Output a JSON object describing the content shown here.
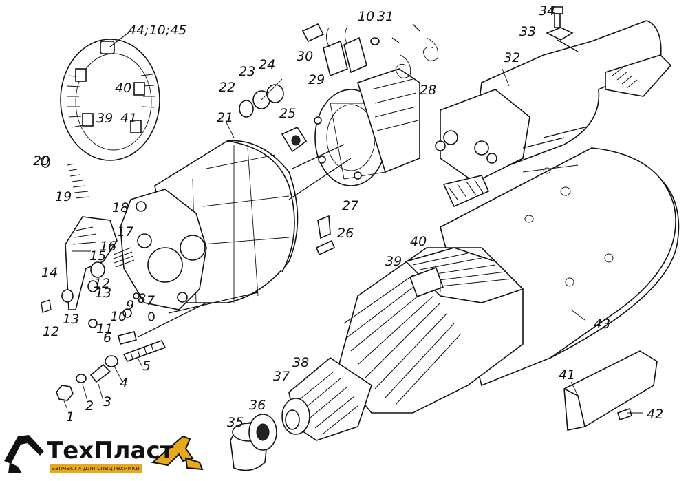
{
  "diagram": {
    "labels": [
      "1",
      "2",
      "3",
      "4",
      "5",
      "6",
      "7",
      "8",
      "9",
      "10",
      "11",
      "12",
      "12",
      "13",
      "13",
      "14",
      "15",
      "16",
      "17",
      "18",
      "19",
      "20",
      "21",
      "22",
      "23",
      "24",
      "25",
      "26",
      "27",
      "28",
      "29",
      "30",
      "10",
      "31",
      "32",
      "33",
      "34",
      "35",
      "36",
      "37",
      "38",
      "39",
      "40",
      "41",
      "42",
      "43",
      "44;10;45",
      "40",
      "39",
      "41"
    ]
  },
  "logo": {
    "name": "ТехПласт",
    "tagline": "запчасти для спецтехники",
    "colors": {
      "mark": "#111111",
      "accent": "#e8a81c"
    }
  }
}
